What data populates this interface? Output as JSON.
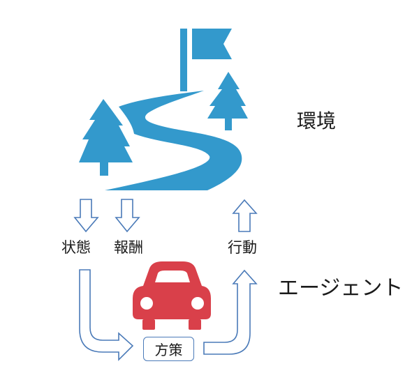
{
  "labels": {
    "environment": "環境",
    "agent": "エージェント",
    "state": "状態",
    "reward": "報酬",
    "action": "行動",
    "policy": "方策"
  },
  "colors": {
    "environment": "#3399CC",
    "agent": "#D9404A",
    "arrow_stroke": "#4A7AB8"
  },
  "icons": {
    "environment": "landscape-flag-trees-road-icon",
    "agent": "car-icon"
  }
}
